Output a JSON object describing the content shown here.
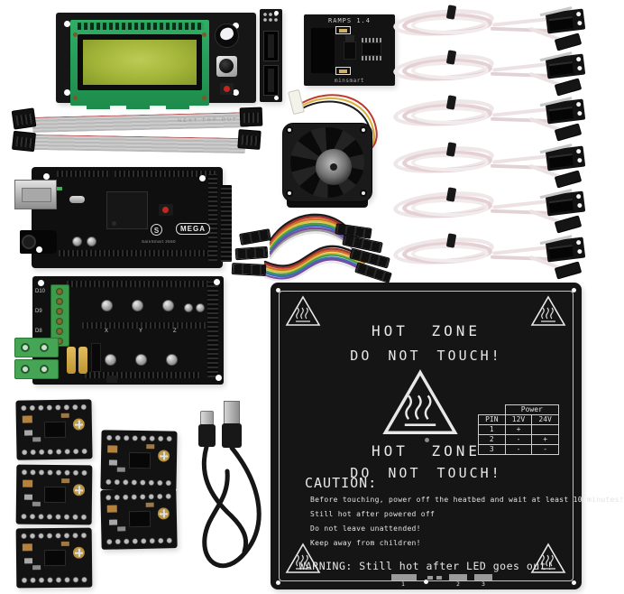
{
  "scene": {
    "background": "#ffffff",
    "components": [
      "lcd-smart-controller",
      "lcd-adapter-board",
      "ramps-adapter-board",
      "ribbon-cables",
      "mega-2560-board",
      "ramps-shield",
      "stepper-drivers",
      "usb-cable",
      "cooling-fan",
      "jumper-wire-bundle",
      "endstop-switches",
      "heatbed-plate"
    ]
  },
  "colors": {
    "pcb_black": "#101010",
    "lcd_pcb_green": "#2eae66",
    "lcd_screen_green": "#a2b438",
    "terminal_green": "#3d9c4c",
    "fuse_yellow": "#d2a13e",
    "reset_red": "#c4271f",
    "endstop_cable_white": "#efe6e8",
    "ribbon_gray": "#c2c2c2",
    "heatbed_black": "#151515",
    "silkscreen_white": "#e8e8e8"
  },
  "ramps_adapter": {
    "title": "RAMPS 1.4",
    "brand": "minsmart"
  },
  "ribbon_cables": {
    "count": 2,
    "print": "NEXT TOP OUT"
  },
  "mega_board": {
    "label": "MEGA",
    "logo_letter": "S",
    "brand_line": "SainSmart 2560"
  },
  "ramps_shield": {
    "axis_labels": [
      "X",
      "Y",
      "Z"
    ],
    "output_labels": [
      "D10",
      "D9",
      "D8"
    ]
  },
  "stepper_drivers": {
    "count": 5
  },
  "endstops": {
    "count": 6
  },
  "heatbed": {
    "hot_zone": {
      "line1": "HOT ZONE",
      "line2": "DO NOT TOUCH!"
    },
    "caution_title": "CAUTION:",
    "caution_lines": [
      "Before touching, power off the heatbed and wait at least 10 minutes!",
      "Still hot after powered off",
      "Do not leave unattended!",
      "Keep away from children!"
    ],
    "warning": "WARNING: Still hot after LED goes out!",
    "power_table": {
      "title": "Power",
      "headers": [
        "PIN",
        "12V",
        "24V"
      ],
      "rows": [
        [
          "1",
          "+",
          ""
        ],
        [
          "2",
          "-",
          "+"
        ],
        [
          "3",
          "-",
          "-"
        ]
      ]
    },
    "pad_labels": [
      "1",
      "2",
      "3"
    ]
  }
}
